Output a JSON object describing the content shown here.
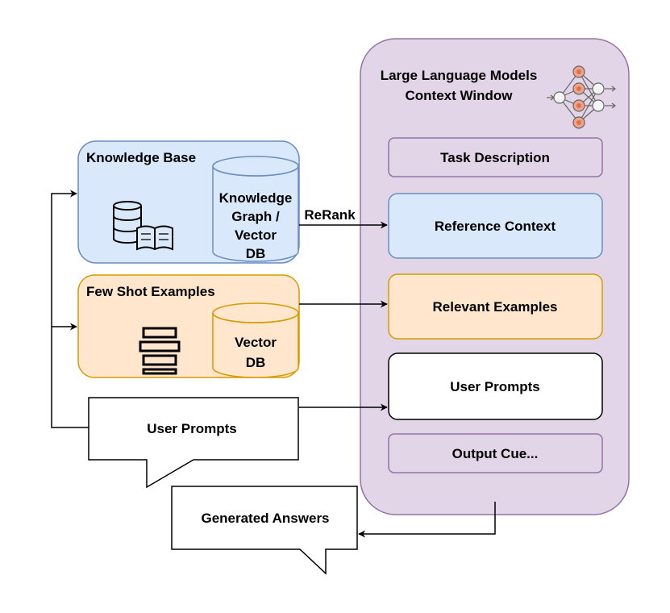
{
  "llm": {
    "title_line1": "Large Language Models",
    "title_line2": "Context Window",
    "icon": "neural-network-icon",
    "fill": "#e1d5e7",
    "stroke": "#9673a6"
  },
  "context_items": {
    "task_description": "Task Description",
    "reference_context": "Reference Context",
    "relevant_examples": "Relevant Examples",
    "user_prompts": "User Prompts",
    "output_cue": "Output Cue..."
  },
  "knowledge_base": {
    "title": "Knowledge Base",
    "icon": "database-book-icon",
    "store_line1": "Knowledge",
    "store_line2": "Graph /",
    "store_line3": "Vector",
    "store_line4": "DB",
    "fill": "#dae8fc",
    "stroke": "#6c8ebf"
  },
  "few_shot": {
    "title": "Few Shot Examples",
    "icon": "stacked-list-icon",
    "store_line1": "Vector",
    "store_line2": "DB",
    "fill": "#ffe6cc",
    "stroke": "#d79b00"
  },
  "user_prompts_callout": "User Prompts",
  "generated_answers_callout": "Generated Answers",
  "rerank_label": "ReRank"
}
